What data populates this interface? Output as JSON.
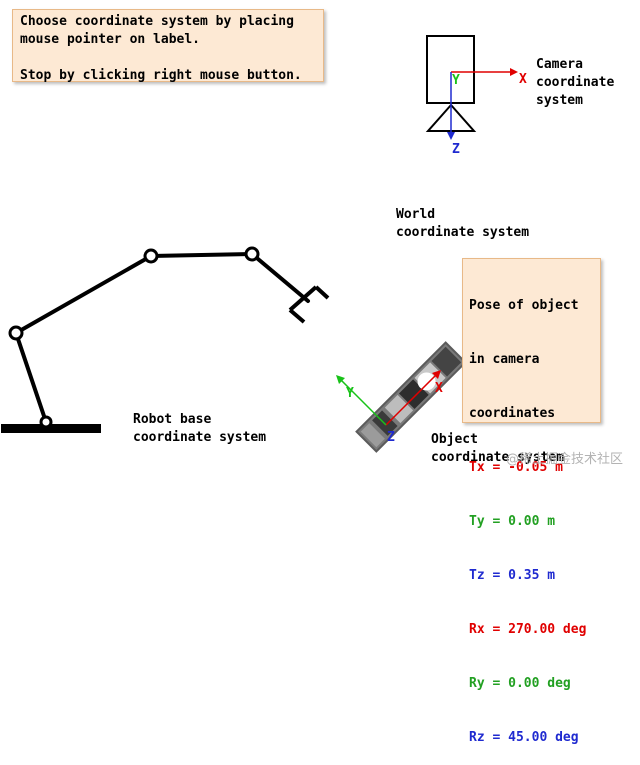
{
  "instructions": {
    "line1": "Choose coordinate system by placing",
    "line2": "mouse pointer on label.",
    "line3": "",
    "line4": "Stop by clicking right mouse button."
  },
  "labels": {
    "camera": [
      "Camera",
      "coordinate",
      "system"
    ],
    "world": [
      "World",
      "coordinate system"
    ],
    "robot_base": [
      "Robot base",
      "coordinate system"
    ],
    "object": [
      "Object",
      "coordinate system"
    ]
  },
  "pose": {
    "title": [
      "Pose of object",
      "in camera",
      "coordinates"
    ],
    "tx": "Tx = -0.05 m",
    "ty": "Ty = 0.00 m",
    "tz": "Tz = 0.35 m",
    "rx": "Rx = 270.00 deg",
    "ry": "Ry = 0.00 deg",
    "rz": "Rz = 45.00 deg"
  },
  "axes": {
    "camera": {
      "x": "X",
      "y": "Y",
      "z": "Z"
    },
    "object": {
      "x": "X",
      "y": "Y",
      "z": "Z"
    }
  },
  "colors": {
    "x_axis": "#e00000",
    "y_axis": "#19c219",
    "z_axis": "#1f2ad0",
    "tx": "#e00000",
    "ty": "#22a022",
    "tz": "#1f2ad0",
    "panel_bg": "#fde9d4"
  },
  "watermark": "@稀土掘金技术社区"
}
